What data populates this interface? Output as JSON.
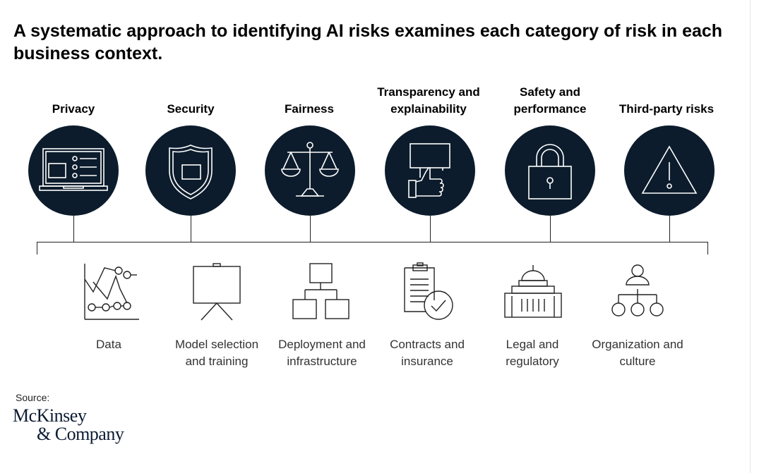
{
  "title": "A systematic approach to identifying AI risks examines each category of risk in each business context.",
  "risk_categories": [
    {
      "line1": "Privacy",
      "line2": "",
      "icon": "laptop-checklist-icon"
    },
    {
      "line1": "Security",
      "line2": "",
      "icon": "shield-icon"
    },
    {
      "line1": "Fairness",
      "line2": "",
      "icon": "scales-icon"
    },
    {
      "line1": "Transparency and",
      "line2": "explainability",
      "icon": "thumbs-up-sign-icon"
    },
    {
      "line1": "Safety and",
      "line2": "performance",
      "icon": "padlock-icon"
    },
    {
      "line1": "Third-party risks",
      "line2": "",
      "icon": "warning-triangle-icon"
    }
  ],
  "business_contexts": [
    {
      "line1": "Data",
      "line2": "",
      "icon": "line-chart-icon"
    },
    {
      "line1": "Model selection",
      "line2": "and training",
      "icon": "presentation-board-icon"
    },
    {
      "line1": "Deployment and",
      "line2": "infrastructure",
      "icon": "hierarchy-boxes-icon"
    },
    {
      "line1": "Contracts and",
      "line2": "insurance",
      "icon": "clipboard-check-icon"
    },
    {
      "line1": "Legal and",
      "line2": "regulatory",
      "icon": "government-building-icon"
    },
    {
      "line1": "Organization and",
      "line2": "culture",
      "icon": "org-chart-icon"
    }
  ],
  "colors": {
    "circle_fill": "#0c1c2c",
    "icon_stroke": "#ffffff",
    "line": "#222222",
    "text": "#000000"
  },
  "source_label": "Source:",
  "brand": {
    "line1": "McKinsey",
    "line2": "& Company"
  }
}
